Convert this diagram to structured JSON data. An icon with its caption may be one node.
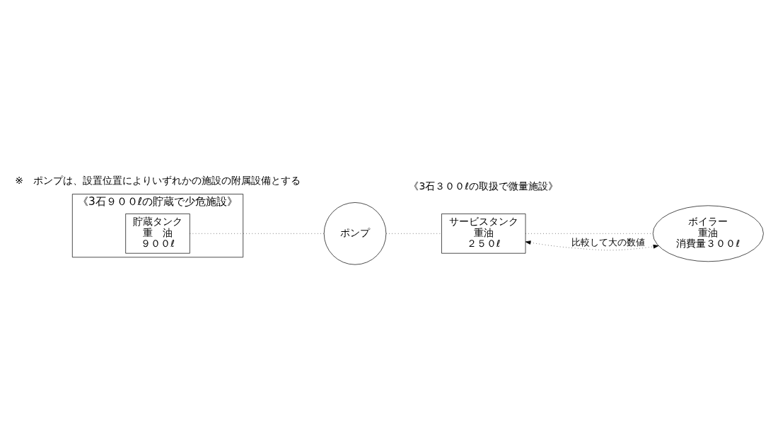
{
  "diagram": {
    "nodes": [
      {
        "text": [
          "《3石９００ℓの貯蔵で少危施設》"
        ]
      },
      {
        "text": [
          "貯蔵タンク",
          "重　油",
          "９００ℓ"
        ],
        "in": 0
      },
      {
        "text": [
          "ポンプ"
        ]
      },
      {
        "text": [
          "サービスタンク",
          "重油",
          "２５０ℓ"
        ]
      },
      {
        "text": [
          "ボイラー",
          "重油",
          "消費量３００ℓ"
        ]
      }
    ],
    "edges": [
      {
        "from": 1,
        "to": 2,
        "arrow": "none",
        "style": "dashed"
      },
      {
        "from": 2,
        "to": 3,
        "arrow": "none",
        "style": "dashed"
      },
      {
        "from": 3,
        "to": 4,
        "arrow": "none",
        "style": "dashed"
      },
      {
        "from": 3,
        "to": 4,
        "arrow": "both",
        "style": "dashed",
        "label": "比較して大の数値"
      }
    ],
    "labels": [
      "《3石３００ℓの取扱で微量施設》",
      "※　ポンプは、設置位置によりいずれかの施設の附属設備とする"
    ]
  }
}
